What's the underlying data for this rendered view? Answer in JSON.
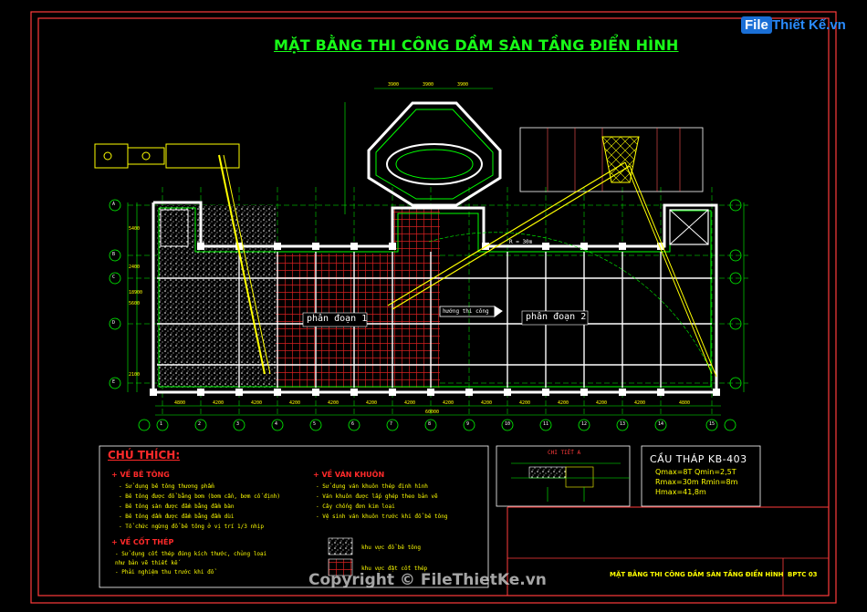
{
  "drawing": {
    "title": "MẶT BẰNG THI CÔNG DẦM SÀN TẦNG ĐIỂN HÌNH",
    "zone_1": "phân đoạn 1",
    "zone_2": "phân đoạn 2",
    "direction_label": "hướng thi công",
    "crane_radius_label": "R = 30m",
    "span_dims": [
      "4800",
      "4200",
      "4200",
      "4200",
      "4200",
      "4200",
      "4200",
      "4200",
      "4200",
      "4200",
      "4200",
      "4200",
      "4200",
      "4800"
    ],
    "total_dim": "60000",
    "top_dims": [
      "3900",
      "3900",
      "3900"
    ],
    "side_dims": [
      "5400",
      "2400",
      "5600",
      "2100",
      "18900"
    ],
    "grid_numbers": [
      "1",
      "2",
      "3",
      "4",
      "5",
      "6",
      "7",
      "8",
      "9",
      "10",
      "11",
      "12",
      "13",
      "14",
      "15"
    ],
    "grid_letters": [
      "A",
      "B",
      "C",
      "D",
      "E"
    ]
  },
  "legend": {
    "title": "CHÚ THÍCH:",
    "concrete_heading": "+ VỀ BÊ TÔNG",
    "concrete_notes": [
      "- Sử dụng bê tông thương phẩm",
      "- Bê tông được đổ bằng bơm (bơm cần, bơm cố định)",
      "- Bê tông sàn được đầm bằng đầm bàn",
      "- Bê tông dầm được đầm bằng đầm dùi",
      "- Tổ chức ngừng đổ bê tông ở vị trí 1/3 nhịp"
    ],
    "steel_heading": "+ VỀ CỐT THÉP",
    "steel_notes": [
      "- Sử dụng cốt thép đúng kích thước, chủng loại",
      "  như bản vẽ thiết kế",
      "- Phải nghiệm thu trước khi đổ"
    ],
    "formwork_heading": "+ VỀ VÁN KHUÔN",
    "formwork_notes": [
      "- Sử dụng ván khuôn thép định hình",
      "- Ván khuôn được lắp ghép theo bản vẽ",
      "- Cây chống đơn kim loại",
      "- Vệ sinh ván khuôn trước khi đổ bê tông"
    ],
    "symbol_1": "khu vực đổ bê tông",
    "symbol_2": "khu vực đặt cốt thép"
  },
  "detail": {
    "label": "CHI TIẾT A"
  },
  "crane": {
    "title": "CẦU THÁP KB-403",
    "specs": [
      "Qmax=8T   Qmin=2,5T",
      "Rmax=30m  Rmin=8m",
      "Hmax=41,8m"
    ]
  },
  "title_block": {
    "footer_title": "MẶT BẰNG THI CÔNG DẦM SÀN TẦNG ĐIỂN HÌNH",
    "drawing_no": "BPTC 03"
  },
  "watermark": {
    "text": "Copyright © FileThietKe.vn",
    "logo_part1": "File",
    "logo_part2": "Thiết Kế.vn"
  },
  "colors": {
    "frame": "#ff3b3b",
    "walls": "#ffffff",
    "grid": "#00ff00",
    "hatch_red": "#d42020",
    "dims": "#ffff00",
    "crane": "#ffff00"
  }
}
